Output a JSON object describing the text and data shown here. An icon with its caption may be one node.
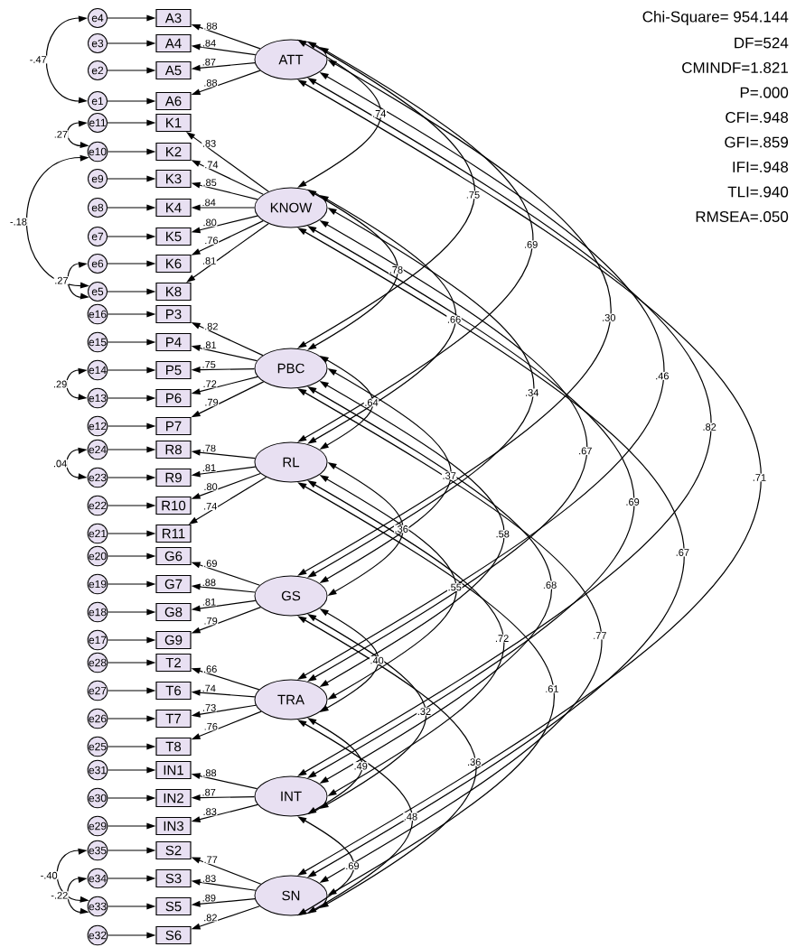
{
  "diagram": {
    "nodes": [
      {
        "text": [
          "e4"
        ]
      },
      {
        "text": [
          "A3"
        ]
      },
      {
        "text": [
          "e3"
        ]
      },
      {
        "text": [
          "A4"
        ]
      },
      {
        "text": [
          "e2"
        ]
      },
      {
        "text": [
          "A5"
        ]
      },
      {
        "text": [
          "e1"
        ]
      },
      {
        "text": [
          "A6"
        ]
      },
      {
        "text": [
          "ATT"
        ]
      },
      {
        "text": [
          "e11"
        ]
      },
      {
        "text": [
          "K1"
        ]
      },
      {
        "text": [
          "e10"
        ]
      },
      {
        "text": [
          "K2"
        ]
      },
      {
        "text": [
          "e9"
        ]
      },
      {
        "text": [
          "K3"
        ]
      },
      {
        "text": [
          "e8"
        ]
      },
      {
        "text": [
          "K4"
        ]
      },
      {
        "text": [
          "e7"
        ]
      },
      {
        "text": [
          "K5"
        ]
      },
      {
        "text": [
          "e6"
        ]
      },
      {
        "text": [
          "K6"
        ]
      },
      {
        "text": [
          "e5"
        ]
      },
      {
        "text": [
          "K8"
        ]
      },
      {
        "text": [
          "KNOW"
        ]
      },
      {
        "text": [
          "e16"
        ]
      },
      {
        "text": [
          "P3"
        ]
      },
      {
        "text": [
          "e15"
        ]
      },
      {
        "text": [
          "P4"
        ]
      },
      {
        "text": [
          "e14"
        ]
      },
      {
        "text": [
          "P5"
        ]
      },
      {
        "text": [
          "e13"
        ]
      },
      {
        "text": [
          "P6"
        ]
      },
      {
        "text": [
          "e12"
        ]
      },
      {
        "text": [
          "P7"
        ]
      },
      {
        "text": [
          "PBC"
        ]
      },
      {
        "text": [
          "e24"
        ]
      },
      {
        "text": [
          "R8"
        ]
      },
      {
        "text": [
          "e23"
        ]
      },
      {
        "text": [
          "R9"
        ]
      },
      {
        "text": [
          "e22"
        ]
      },
      {
        "text": [
          "R10"
        ]
      },
      {
        "text": [
          "e21"
        ]
      },
      {
        "text": [
          "R11"
        ]
      },
      {
        "text": [
          "RL"
        ]
      },
      {
        "text": [
          "e20"
        ]
      },
      {
        "text": [
          "G6"
        ]
      },
      {
        "text": [
          "e19"
        ]
      },
      {
        "text": [
          "G7"
        ]
      },
      {
        "text": [
          "e18"
        ]
      },
      {
        "text": [
          "G8"
        ]
      },
      {
        "text": [
          "e17"
        ]
      },
      {
        "text": [
          "G9"
        ]
      },
      {
        "text": [
          "GS"
        ]
      },
      {
        "text": [
          "e28"
        ]
      },
      {
        "text": [
          "T2"
        ]
      },
      {
        "text": [
          "e27"
        ]
      },
      {
        "text": [
          "T6"
        ]
      },
      {
        "text": [
          "e26"
        ]
      },
      {
        "text": [
          "T7"
        ]
      },
      {
        "text": [
          "e25"
        ]
      },
      {
        "text": [
          "T8"
        ]
      },
      {
        "text": [
          "TRA"
        ]
      },
      {
        "text": [
          "e31"
        ]
      },
      {
        "text": [
          "IN1"
        ]
      },
      {
        "text": [
          "e30"
        ]
      },
      {
        "text": [
          "IN2"
        ]
      },
      {
        "text": [
          "e29"
        ]
      },
      {
        "text": [
          "IN3"
        ]
      },
      {
        "text": [
          "INT"
        ]
      },
      {
        "text": [
          "e35"
        ]
      },
      {
        "text": [
          "S2"
        ]
      },
      {
        "text": [
          "e34"
        ]
      },
      {
        "text": [
          "S3"
        ]
      },
      {
        "text": [
          "e33"
        ]
      },
      {
        "text": [
          "S5"
        ]
      },
      {
        "text": [
          "e32"
        ]
      },
      {
        "text": [
          "S6"
        ]
      },
      {
        "text": [
          "SN"
        ]
      }
    ],
    "edges": [
      {
        "from": 0,
        "to": 1,
        "arrow": "to"
      },
      {
        "from": 8,
        "to": 1,
        "arrow": "to",
        "label": ".88"
      },
      {
        "from": 2,
        "to": 3,
        "arrow": "to"
      },
      {
        "from": 8,
        "to": 3,
        "arrow": "to",
        "label": ".84"
      },
      {
        "from": 4,
        "to": 5,
        "arrow": "to"
      },
      {
        "from": 8,
        "to": 5,
        "arrow": "to",
        "label": ".87"
      },
      {
        "from": 6,
        "to": 7,
        "arrow": "to"
      },
      {
        "from": 8,
        "to": 7,
        "arrow": "to",
        "label": ".88"
      },
      {
        "from": 9,
        "to": 10,
        "arrow": "to"
      },
      {
        "from": 23,
        "to": 10,
        "arrow": "to",
        "label": ".83"
      },
      {
        "from": 11,
        "to": 12,
        "arrow": "to"
      },
      {
        "from": 23,
        "to": 12,
        "arrow": "to",
        "label": ".74"
      },
      {
        "from": 13,
        "to": 14,
        "arrow": "to"
      },
      {
        "from": 23,
        "to": 14,
        "arrow": "to",
        "label": ".85"
      },
      {
        "from": 15,
        "to": 16,
        "arrow": "to"
      },
      {
        "from": 23,
        "to": 16,
        "arrow": "to",
        "label": ".84"
      },
      {
        "from": 17,
        "to": 18,
        "arrow": "to"
      },
      {
        "from": 23,
        "to": 18,
        "arrow": "to",
        "label": ".80"
      },
      {
        "from": 19,
        "to": 20,
        "arrow": "to"
      },
      {
        "from": 23,
        "to": 20,
        "arrow": "to",
        "label": ".76"
      },
      {
        "from": 21,
        "to": 22,
        "arrow": "to"
      },
      {
        "from": 23,
        "to": 22,
        "arrow": "to",
        "label": ".81"
      },
      {
        "from": 24,
        "to": 25,
        "arrow": "to"
      },
      {
        "from": 34,
        "to": 25,
        "arrow": "to",
        "label": ".82"
      },
      {
        "from": 26,
        "to": 27,
        "arrow": "to"
      },
      {
        "from": 34,
        "to": 27,
        "arrow": "to",
        "label": ".81"
      },
      {
        "from": 28,
        "to": 29,
        "arrow": "to"
      },
      {
        "from": 34,
        "to": 29,
        "arrow": "to",
        "label": ".75"
      },
      {
        "from": 30,
        "to": 31,
        "arrow": "to"
      },
      {
        "from": 34,
        "to": 31,
        "arrow": "to",
        "label": ".72"
      },
      {
        "from": 32,
        "to": 33,
        "arrow": "to"
      },
      {
        "from": 34,
        "to": 33,
        "arrow": "to",
        "label": ".79"
      },
      {
        "from": 35,
        "to": 36,
        "arrow": "to"
      },
      {
        "from": 43,
        "to": 36,
        "arrow": "to",
        "label": ".78"
      },
      {
        "from": 37,
        "to": 38,
        "arrow": "to"
      },
      {
        "from": 43,
        "to": 38,
        "arrow": "to",
        "label": ".81"
      },
      {
        "from": 39,
        "to": 40,
        "arrow": "to"
      },
      {
        "from": 43,
        "to": 40,
        "arrow": "to",
        "label": ".80"
      },
      {
        "from": 41,
        "to": 42,
        "arrow": "to"
      },
      {
        "from": 43,
        "to": 42,
        "arrow": "to",
        "label": ".74"
      },
      {
        "from": 44,
        "to": 45,
        "arrow": "to"
      },
      {
        "from": 52,
        "to": 45,
        "arrow": "to",
        "label": ".69"
      },
      {
        "from": 46,
        "to": 47,
        "arrow": "to"
      },
      {
        "from": 52,
        "to": 47,
        "arrow": "to",
        "label": ".88"
      },
      {
        "from": 48,
        "to": 49,
        "arrow": "to"
      },
      {
        "from": 52,
        "to": 49,
        "arrow": "to",
        "label": ".81"
      },
      {
        "from": 50,
        "to": 51,
        "arrow": "to"
      },
      {
        "from": 52,
        "to": 51,
        "arrow": "to",
        "label": ".79"
      },
      {
        "from": 53,
        "to": 54,
        "arrow": "to"
      },
      {
        "from": 61,
        "to": 54,
        "arrow": "to",
        "label": ".66"
      },
      {
        "from": 55,
        "to": 56,
        "arrow": "to"
      },
      {
        "from": 61,
        "to": 56,
        "arrow": "to",
        "label": ".74"
      },
      {
        "from": 57,
        "to": 58,
        "arrow": "to"
      },
      {
        "from": 61,
        "to": 58,
        "arrow": "to",
        "label": ".73"
      },
      {
        "from": 59,
        "to": 60,
        "arrow": "to"
      },
      {
        "from": 61,
        "to": 60,
        "arrow": "to",
        "label": ".76"
      },
      {
        "from": 62,
        "to": 63,
        "arrow": "to"
      },
      {
        "from": 68,
        "to": 63,
        "arrow": "to",
        "label": ".88"
      },
      {
        "from": 64,
        "to": 65,
        "arrow": "to"
      },
      {
        "from": 68,
        "to": 65,
        "arrow": "to",
        "label": ".87"
      },
      {
        "from": 66,
        "to": 67,
        "arrow": "to"
      },
      {
        "from": 68,
        "to": 67,
        "arrow": "to",
        "label": ".83"
      },
      {
        "from": 69,
        "to": 70,
        "arrow": "to"
      },
      {
        "from": 77,
        "to": 70,
        "arrow": "to",
        "label": ".77"
      },
      {
        "from": 71,
        "to": 72,
        "arrow": "to"
      },
      {
        "from": 77,
        "to": 72,
        "arrow": "to",
        "label": ".83"
      },
      {
        "from": 73,
        "to": 74,
        "arrow": "to"
      },
      {
        "from": 77,
        "to": 74,
        "arrow": "to",
        "label": ".89"
      },
      {
        "from": 75,
        "to": 76,
        "arrow": "to"
      },
      {
        "from": 77,
        "to": 76,
        "arrow": "to",
        "label": ".82"
      },
      {
        "from": 0,
        "to": 6,
        "arrow": "both",
        "label": "-.47"
      },
      {
        "from": 9,
        "to": 11,
        "arrow": "both",
        "label": ".27"
      },
      {
        "from": 11,
        "to": 21,
        "arrow": "both",
        "label": "-.18"
      },
      {
        "from": 19,
        "to": 21,
        "arrow": "both",
        "label": ".27"
      },
      {
        "from": 28,
        "to": 30,
        "arrow": "both",
        "label": ".29"
      },
      {
        "from": 35,
        "to": 37,
        "arrow": "both",
        "label": ".04"
      },
      {
        "from": 69,
        "to": 73,
        "arrow": "both",
        "label": "-.40"
      },
      {
        "from": 71,
        "to": 73,
        "arrow": "both",
        "label": "-.22"
      },
      {
        "from": 8,
        "to": 23,
        "arrow": "both",
        "label": ".74"
      },
      {
        "from": 8,
        "to": 34,
        "arrow": "both",
        "label": ".75"
      },
      {
        "from": 8,
        "to": 43,
        "arrow": "both",
        "label": ".69"
      },
      {
        "from": 8,
        "to": 52,
        "arrow": "both",
        "label": ".30"
      },
      {
        "from": 8,
        "to": 61,
        "arrow": "both",
        "label": ".46"
      },
      {
        "from": 8,
        "to": 68,
        "arrow": "both",
        "label": ".82"
      },
      {
        "from": 8,
        "to": 77,
        "arrow": "both",
        "label": ".71"
      },
      {
        "from": 23,
        "to": 34,
        "arrow": "both",
        "label": ".78"
      },
      {
        "from": 23,
        "to": 43,
        "arrow": "both",
        "label": ".66"
      },
      {
        "from": 23,
        "to": 52,
        "arrow": "both",
        "label": ".34"
      },
      {
        "from": 23,
        "to": 61,
        "arrow": "both",
        "label": ".67"
      },
      {
        "from": 23,
        "to": 68,
        "arrow": "both",
        "label": ".69"
      },
      {
        "from": 23,
        "to": 77,
        "arrow": "both",
        "label": ".67"
      },
      {
        "from": 34,
        "to": 43,
        "arrow": "both",
        "label": ".64"
      },
      {
        "from": 34,
        "to": 52,
        "arrow": "both",
        "label": ".37"
      },
      {
        "from": 34,
        "to": 61,
        "arrow": "both",
        "label": ".58"
      },
      {
        "from": 34,
        "to": 68,
        "arrow": "both",
        "label": ".68"
      },
      {
        "from": 34,
        "to": 77,
        "arrow": "both",
        "label": ".77"
      },
      {
        "from": 43,
        "to": 52,
        "arrow": "both",
        "label": ".36"
      },
      {
        "from": 43,
        "to": 61,
        "arrow": "both",
        "label": ".55"
      },
      {
        "from": 43,
        "to": 68,
        "arrow": "both",
        "label": ".72"
      },
      {
        "from": 43,
        "to": 77,
        "arrow": "both",
        "label": ".61"
      },
      {
        "from": 52,
        "to": 61,
        "arrow": "both",
        "label": ".40"
      },
      {
        "from": 52,
        "to": 68,
        "arrow": "both",
        "label": ".32"
      },
      {
        "from": 52,
        "to": 77,
        "arrow": "both",
        "label": ".36"
      },
      {
        "from": 61,
        "to": 68,
        "arrow": "both",
        "label": ".49"
      },
      {
        "from": 61,
        "to": 77,
        "arrow": "both",
        "label": ".48"
      },
      {
        "from": 68,
        "to": 77,
        "arrow": "both",
        "label": ".69"
      }
    ],
    "labels": [
      "Chi-Square= 954.144",
      "DF=524",
      "CMINDF=1.821",
      "P=.000",
      "CFI=.948",
      "GFI=.859",
      "IFI=.948",
      "TLI=.940",
      "RMSEA=.050"
    ]
  }
}
